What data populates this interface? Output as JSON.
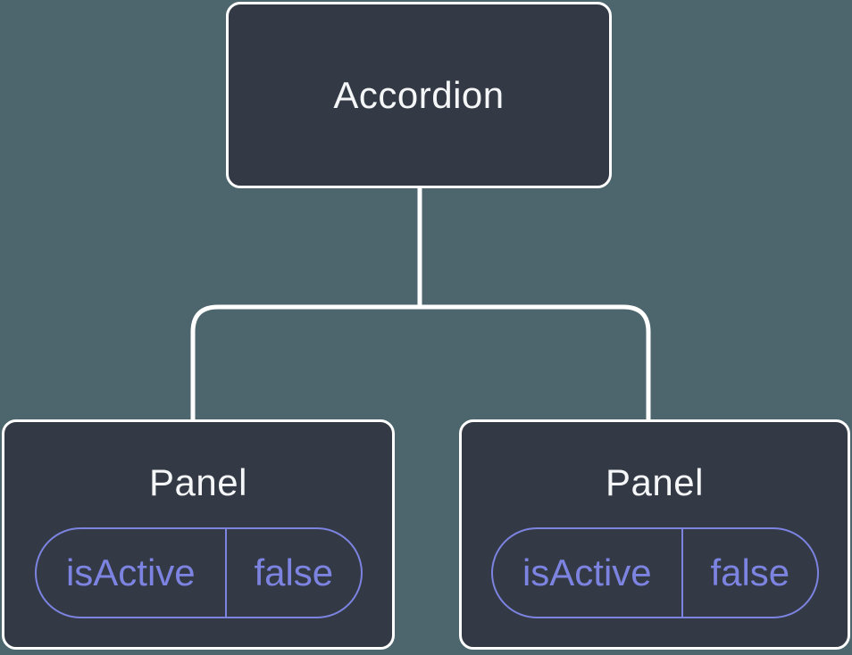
{
  "diagram": {
    "type": "component-tree",
    "colors": {
      "background": "#4d666d",
      "node_background": "#333a46",
      "node_border": "#ffffff",
      "connector": "#ffffff",
      "title_text": "#f5f6f7",
      "state_accent": "#7c83e0"
    },
    "root": {
      "label": "Accordion"
    },
    "children": [
      {
        "label": "Panel",
        "state": {
          "key": "isActive",
          "value": "false"
        }
      },
      {
        "label": "Panel",
        "state": {
          "key": "isActive",
          "value": "false"
        }
      }
    ]
  }
}
